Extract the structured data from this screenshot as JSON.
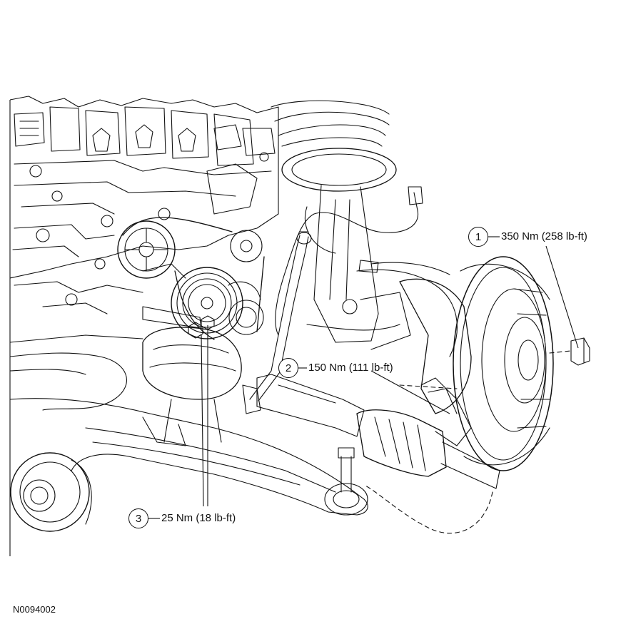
{
  "callouts": [
    {
      "number": "1",
      "torque": "350 Nm (258 lb-ft)"
    },
    {
      "number": "2",
      "torque": "150 Nm (111 lb-ft)"
    },
    {
      "number": "3",
      "torque": "25 Nm (18 lb-ft)"
    }
  ],
  "figure_code": "N0094002"
}
